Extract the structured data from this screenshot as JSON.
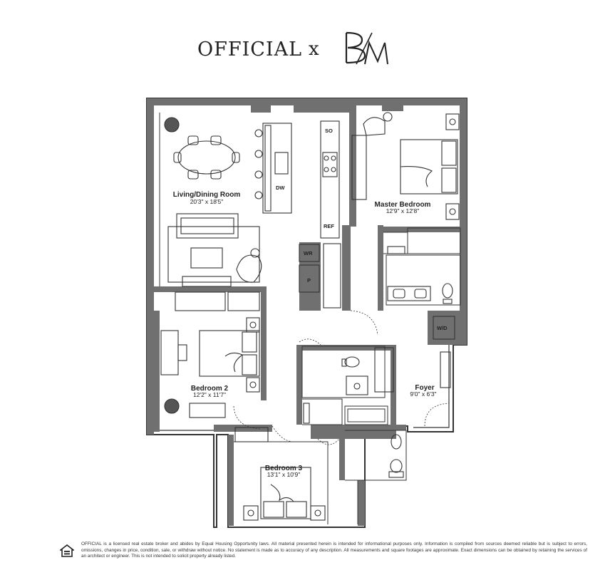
{
  "header": {
    "brand_left": "OFFICIAL",
    "brand_sep": "x",
    "brand_right_logo": "B/M monogram"
  },
  "rooms": {
    "living": {
      "name": "Living/Dining Room",
      "dims": "20'3\" x 18'5\""
    },
    "master": {
      "name": "Master Bedroom",
      "dims": "12'9\" x 12'8\""
    },
    "bedroom2": {
      "name": "Bedroom 2",
      "dims": "12'2\" x 11'7\""
    },
    "bedroom3": {
      "name": "Bedroom 3",
      "dims": "13'1\" x 10'9\""
    },
    "foyer": {
      "name": "Foyer",
      "dims": "9'0\" x 6'3\""
    }
  },
  "fixtures": {
    "so": "SO",
    "dw": "DW",
    "ref": "REF",
    "wr": "WR",
    "p": "P",
    "wd": "W/D"
  },
  "footer": {
    "icon": "equal-housing-icon",
    "disclaimer": "OFFICIAL is a licensed real estate broker and abides by Equal Housing Opportunity laws. All material presented herein is intended for informational purposes only. Information is compiled from sources deemed reliable but is subject to errors, omissions, changes in price, condition, sale, or withdraw without notice. No statement is made as to accuracy of any description. All measurements and square footages are approximate. Exact dimensions can be obtained by retaining the services of an architect or engineer. This is not intended to solicit property already listed."
  },
  "colors": {
    "wall": "#707070",
    "line": "#333333",
    "ink": "#222222"
  }
}
